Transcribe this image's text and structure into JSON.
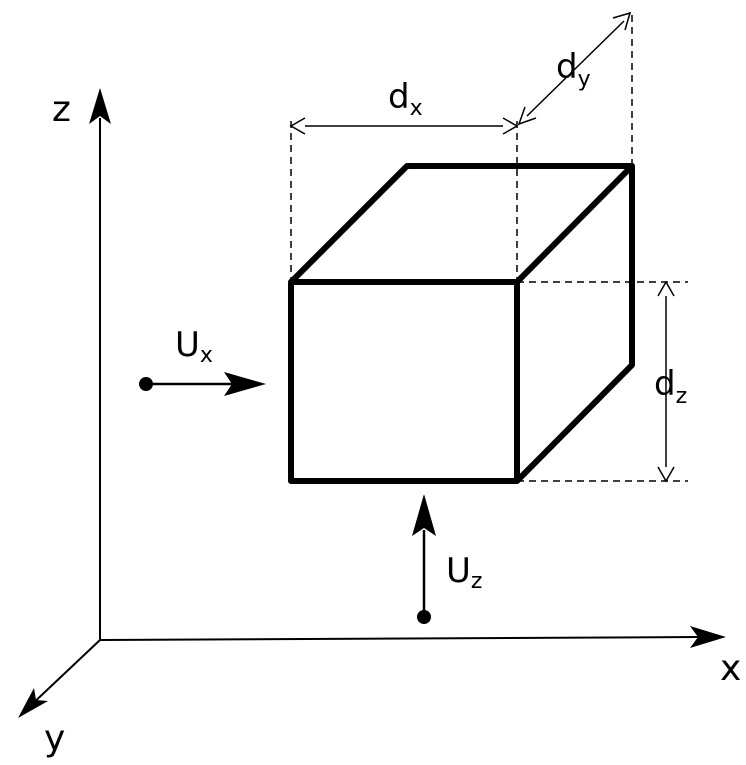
{
  "axes": {
    "x_label": "x",
    "y_label": "y",
    "z_label": "z"
  },
  "dimensions": {
    "dx": {
      "base": "d",
      "sub": "x"
    },
    "dy": {
      "base": "d",
      "sub": "y"
    },
    "dz": {
      "base": "d",
      "sub": "z"
    }
  },
  "velocities": {
    "ux": {
      "base": "U",
      "sub": "x"
    },
    "uz": {
      "base": "U",
      "sub": "z"
    }
  },
  "colors": {
    "stroke": "#000000",
    "background": "#ffffff"
  }
}
